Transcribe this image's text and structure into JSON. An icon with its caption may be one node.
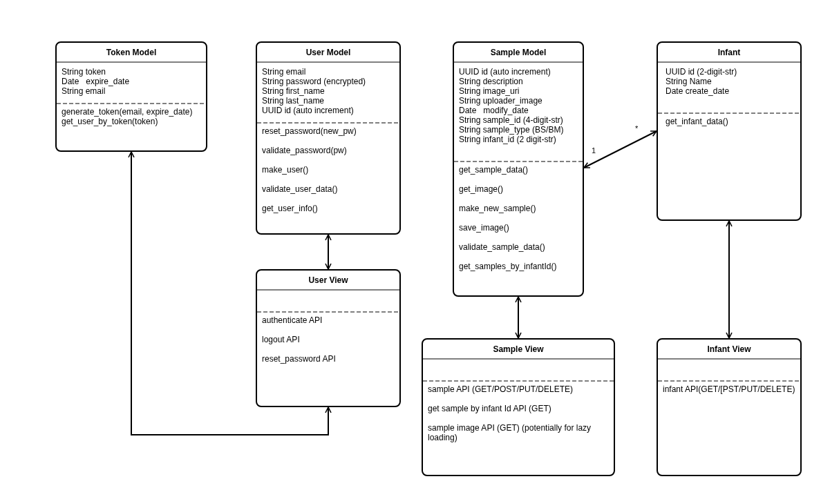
{
  "diagram": {
    "nodes": [
      {
        "text": [
          "Token Model",
          "String token",
          "Date   expire_date",
          "String email",
          "generate_token(email, expire_date)",
          "get_user_by_token(token)"
        ]
      },
      {
        "text": [
          "User Model",
          "String email",
          "String password (encrypted)",
          "String first_name",
          "String last_name",
          "UUID id (auto increment)",
          "reset_password(new_pw)",
          "validate_password(pw)",
          "make_user()",
          "validate_user_data()",
          "get_user_info()"
        ]
      },
      {
        "text": [
          "Sample Model",
          "UUID id (auto increment)",
          "String description",
          "String image_uri",
          "String uploader_image",
          "Date   modify_date",
          "String sample_id (4-digit-str)",
          "String sample_type (BS/BM)",
          "String infant_id (2 digit-str)",
          "get_sample_data()",
          "get_image()",
          "make_new_sample()",
          "save_image()",
          "validate_sample_data()",
          "get_samples_by_infantId()"
        ]
      },
      {
        "text": [
          "Infant",
          "UUID id (2-digit-str)",
          "String Name",
          "Date create_date",
          "get_infant_data()"
        ]
      },
      {
        "text": [
          "User View",
          "authenticate API",
          "logout API",
          "reset_password API"
        ]
      },
      {
        "text": [
          "Sample View",
          "sample API (GET/POST/PUT/DELETE)",
          "get sample by infant Id API (GET)",
          "sample image API (GET) (potentially for lazy loading)"
        ]
      },
      {
        "text": [
          "Infant View",
          "infant API(GET/[PST/PUT/DELETE)"
        ]
      }
    ],
    "edges": [
      {
        "from": 1,
        "to": 4,
        "arrow": "both"
      },
      {
        "from": 4,
        "to": 0,
        "arrow": "both"
      },
      {
        "from": 2,
        "to": 5,
        "arrow": "both"
      },
      {
        "from": 2,
        "to": 3,
        "arrow": "both"
      },
      {
        "from": 3,
        "to": 6,
        "arrow": "both"
      }
    ],
    "labels": [
      "1",
      "*"
    ]
  }
}
